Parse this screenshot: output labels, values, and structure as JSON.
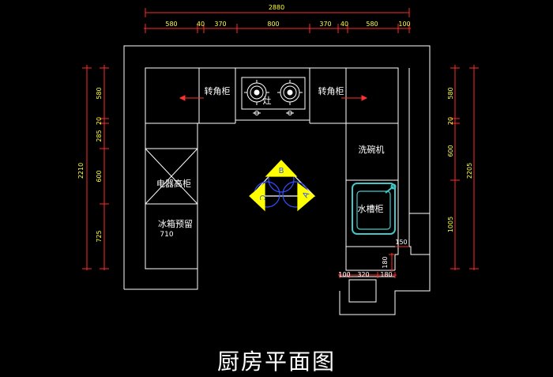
{
  "title": "厨房平面图",
  "colors": {
    "wall": "#ffffff",
    "dim_line": "#ff2a2a",
    "dim_text": "#ffff33",
    "door_dim_text": "#ffffff",
    "arrow": "#ff3030",
    "triangle": "#ffff00",
    "circle": "#3050ff",
    "sink": "#40c8c8",
    "background": "#000000"
  },
  "top_dimensions": {
    "total": "2880",
    "segments": [
      "580",
      "40",
      "370",
      "800",
      "370",
      "40",
      "580",
      "100"
    ]
  },
  "left_dimensions": {
    "total": "2210",
    "segments": [
      "580",
      "20",
      "285",
      "600",
      "725"
    ]
  },
  "right_dimensions": {
    "total": "2205",
    "segments": [
      "580",
      "20",
      "600",
      "1005"
    ]
  },
  "bottom_dimensions": [
    "100",
    "320",
    "180",
    "180",
    "150"
  ],
  "labels": {
    "corner_cabinet_left": "转角柜",
    "corner_cabinet_right": "转角柜",
    "stove": "灶",
    "appliance_tall_cabinet": "电器高柜",
    "fridge_reserved": "冰箱预留",
    "fridge_width": "710",
    "dishwasher": "洗碗机",
    "sink_cabinet": "水槽柜"
  },
  "work_triangle": {
    "letters": [
      "B",
      "C",
      "A"
    ]
  }
}
